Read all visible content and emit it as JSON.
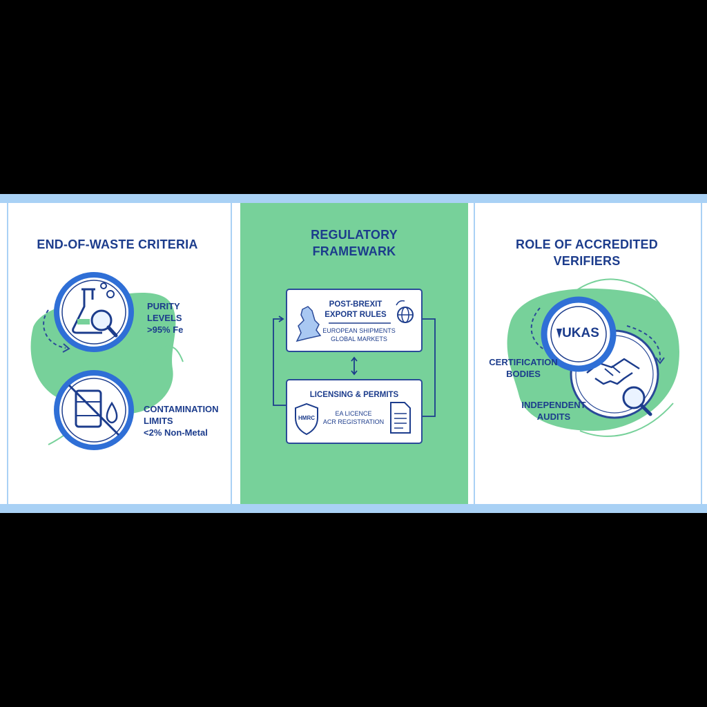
{
  "panels": {
    "left": {
      "title": "END-OF-WASTE CRITERIA",
      "purity": {
        "line1": "PURITY",
        "line2": "LEVELS",
        "line3": ">95% Fe"
      },
      "contamination": {
        "line1": "CONTAMINATION",
        "line2": "LIMITS",
        "line3": "<2% Non-Metal"
      }
    },
    "middle": {
      "title_line1": "REGULATORY",
      "title_line2": "FRAMEWARK",
      "export_box": {
        "title_line1": "POST-BREXIT",
        "title_line2": "EXPORT RULES",
        "sub_line1": "EUROPEAN SHIPMENTS",
        "sub_line2": "GLOBAL MARKETS"
      },
      "licensing_box": {
        "title": "LICENSING & PERMITS",
        "shield_text": "HMRC",
        "sub_line1": "EA LICENCE",
        "sub_line2": "ACR REGISTRATION"
      }
    },
    "right": {
      "title_line1": "ROLE OF ACCREDITED",
      "title_line2": "VERIFIERS",
      "badge": "UKAS",
      "certification": {
        "line1": "CERTIFICATION",
        "line2": "BODIES"
      },
      "audits": {
        "line1": "INDEPENDENT",
        "line2": "AUDITS"
      }
    }
  },
  "colors": {
    "navy": "#1c3c8c",
    "blue_ring": "#2f6fd6",
    "green": "#77d19a",
    "light_blue": "#a9d1f5"
  },
  "icons": [
    "flask-icon",
    "magnifier-icon",
    "barrel-icon",
    "droplet-icon",
    "uk-map-icon",
    "globe-icon",
    "shield-icon",
    "document-icon",
    "handshake-icon"
  ]
}
